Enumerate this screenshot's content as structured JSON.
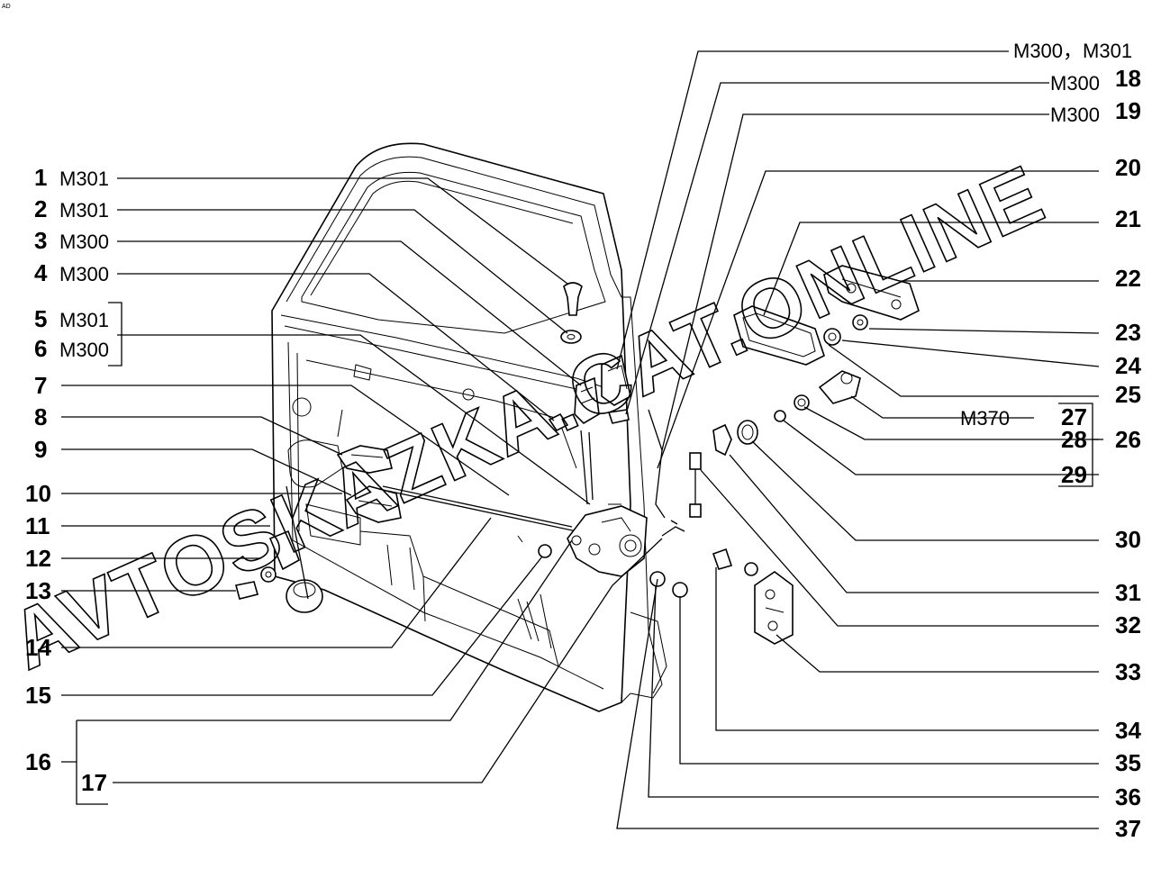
{
  "corner_mark": "AD",
  "watermark": "AVTOSKAZKA.CAT.ONLINE",
  "callouts_left": [
    {
      "num": "1",
      "code": "M301"
    },
    {
      "num": "2",
      "code": "M301"
    },
    {
      "num": "3",
      "code": "M300"
    },
    {
      "num": "4",
      "code": "M300"
    },
    {
      "num": "5",
      "code": "M301"
    },
    {
      "num": "6",
      "code": "M300"
    },
    {
      "num": "7",
      "code": ""
    },
    {
      "num": "8",
      "code": ""
    },
    {
      "num": "9",
      "code": ""
    },
    {
      "num": "10",
      "code": ""
    },
    {
      "num": "11",
      "code": ""
    },
    {
      "num": "12",
      "code": ""
    },
    {
      "num": "13",
      "code": ""
    },
    {
      "num": "14",
      "code": ""
    },
    {
      "num": "15",
      "code": ""
    },
    {
      "num": "16",
      "code": ""
    },
    {
      "num": "17",
      "code": ""
    }
  ],
  "callouts_right": [
    {
      "num": "",
      "code": "M300，M301"
    },
    {
      "num": "18",
      "code": "M300"
    },
    {
      "num": "19",
      "code": "M300"
    },
    {
      "num": "20",
      "code": ""
    },
    {
      "num": "21",
      "code": ""
    },
    {
      "num": "22",
      "code": ""
    },
    {
      "num": "23",
      "code": ""
    },
    {
      "num": "24",
      "code": ""
    },
    {
      "num": "25",
      "code": ""
    },
    {
      "num": "26",
      "code": ""
    },
    {
      "num": "27",
      "code": "M370"
    },
    {
      "num": "28",
      "code": ""
    },
    {
      "num": "29",
      "code": ""
    },
    {
      "num": "30",
      "code": ""
    },
    {
      "num": "31",
      "code": ""
    },
    {
      "num": "32",
      "code": ""
    },
    {
      "num": "33",
      "code": ""
    },
    {
      "num": "34",
      "code": ""
    },
    {
      "num": "35",
      "code": ""
    },
    {
      "num": "36",
      "code": ""
    },
    {
      "num": "37",
      "code": ""
    }
  ]
}
